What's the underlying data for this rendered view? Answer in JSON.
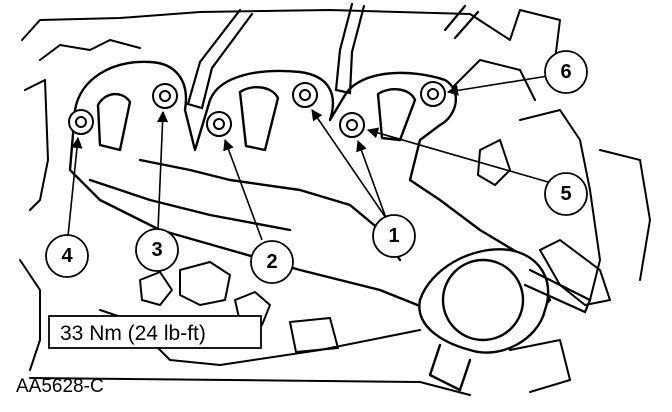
{
  "figure": {
    "torque_spec": "33 Nm (24 lb-ft)",
    "figure_id": "AA5628-C"
  },
  "callouts": [
    {
      "label": "1"
    },
    {
      "label": "2"
    },
    {
      "label": "3"
    },
    {
      "label": "4"
    },
    {
      "label": "5"
    },
    {
      "label": "6"
    }
  ],
  "colors": {
    "line": "#000000",
    "background": "#ffffff"
  }
}
